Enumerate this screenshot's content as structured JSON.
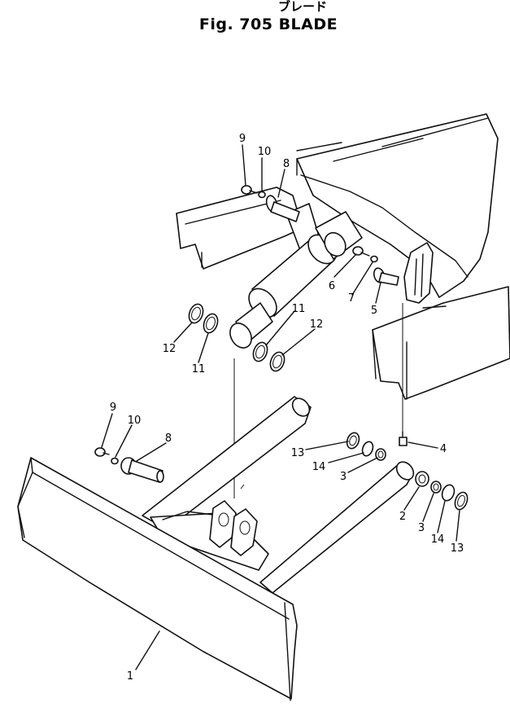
{
  "header": {
    "title_jp": "ブレード",
    "title_en": "Fig. 705 BLADE"
  },
  "callouts": [
    "9",
    "10",
    "8",
    "6",
    "7",
    "5",
    "11",
    "12",
    "12",
    "11",
    "9",
    "10",
    "8",
    "13",
    "14",
    "3",
    "4",
    "2",
    "3",
    "14",
    "13",
    "1"
  ]
}
